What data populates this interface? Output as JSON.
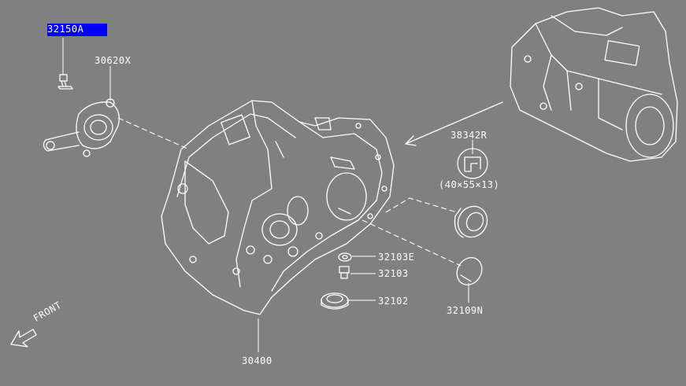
{
  "parts": {
    "p32150A": "32150A",
    "p30620X": "30620X",
    "p38342R": "38342R",
    "seal_size": "(40×55×13)",
    "p32103E": "32103E",
    "p32103": "32103",
    "p32102": "32102",
    "p32109N": "32109N",
    "p30400": "30400"
  },
  "front_label": "FRONT",
  "colors": {
    "background": "#808080",
    "line": "#ffffff",
    "highlight": "#0000ff"
  }
}
